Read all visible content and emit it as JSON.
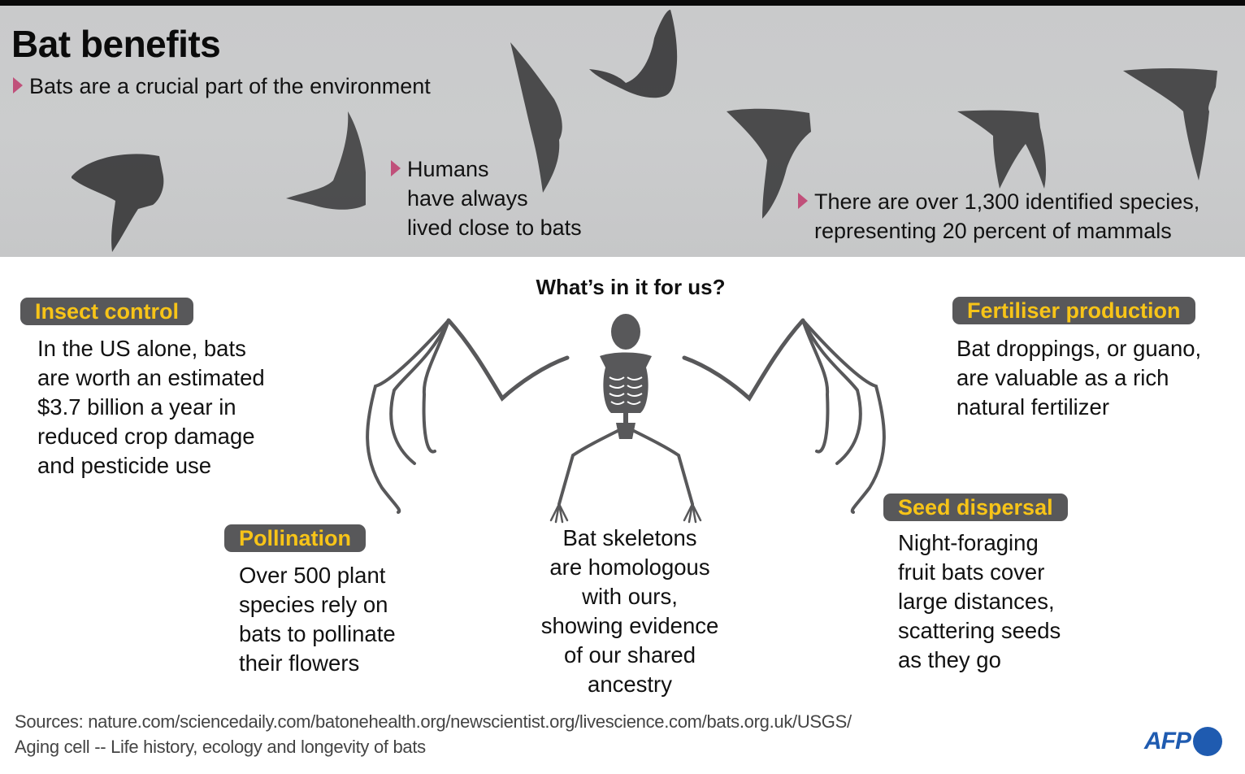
{
  "header": {
    "title": "Bat benefits",
    "bullets": [
      {
        "text": "Bats are a crucial part of the environment"
      },
      {
        "text": "Humans\nhave always\nlived close to bats"
      },
      {
        "text": "There are over 1,300 identified species,\nrepresenting 20 percent of mammals"
      }
    ]
  },
  "main": {
    "question": "What’s in it for us?",
    "benefits": [
      {
        "label": "Insect control",
        "text": "In the US alone, bats\nare worth an estimated\n$3.7 billion a year in\nreduced crop damage\nand pesticide use"
      },
      {
        "label": "Fertiliser production",
        "text": "Bat droppings, or guano,\nare valuable as a rich\nnatural fertilizer"
      },
      {
        "label": "Pollination",
        "text": "Over 500 plant\nspecies rely on\nbats to pollinate\ntheir flowers"
      },
      {
        "label": "Seed dispersal",
        "text": "Night-foraging\nfruit bats cover\nlarge distances,\nscattering seeds\nas they go"
      }
    ],
    "skeleton_caption": "Bat skeletons\nare homologous\nwith ours,\nshowing evidence\nof our shared\nancestry"
  },
  "footer": {
    "sources": "Sources: nature.com/sciencedaily.com/batonehealth.org/newscientist.org/livescience.com/bats.org.uk/USGS/\nAging cell -- Life history, ecology and longevity of bats",
    "logo_text": "AFP"
  },
  "colors": {
    "tag_bg": "#58585a",
    "tag_text": "#f7c418",
    "bullet_marker": "#c0507a",
    "afp_blue": "#1f5bb0",
    "photo_bg": "#c9cacb"
  },
  "icons": {
    "bullet": "triangle-right-icon",
    "illustration": "bat-skeleton-illustration",
    "photo": "flying-bats-photo",
    "logo": "afp-logo"
  }
}
